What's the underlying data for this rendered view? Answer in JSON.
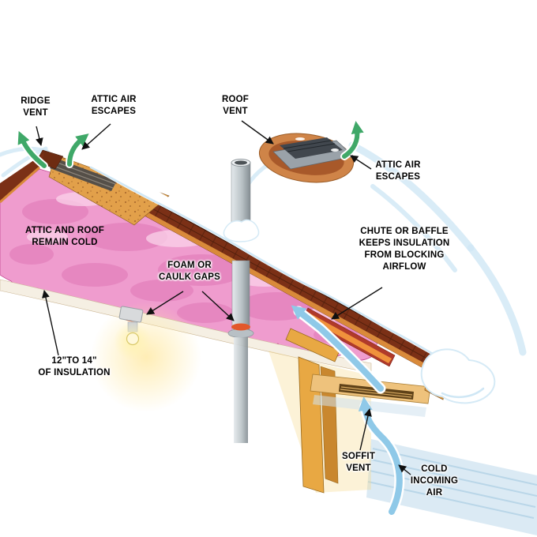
{
  "diagram": {
    "background": "#ffffff"
  },
  "labels": {
    "ridge_vent": "RIDGE\nVENT",
    "attic_air_escapes_left": "ATTIC AIR\nESCAPES",
    "roof_vent": "ROOF\nVENT",
    "attic_air_escapes_right": "ATTIC AIR\nESCAPES",
    "attic_and_roof_remain_cold": "ATTIC AND ROOF\nREMAIN COLD",
    "foam_or_caulk_gaps": "FOAM OR\nCAULK GAPS",
    "chute_or_baffle": "CHUTE OR BAFFLE\nKEEPS INSULATION\nFROM BLOCKING\nAIRFLOW",
    "insulation_depth": "12\"TO 14\"\nOF INSULATION",
    "soffit_vent": "SOFFIT\nVENT",
    "cold_incoming_air": "COLD\nINCOMING\nAIR"
  },
  "icons": {
    "air_escape_arrow": "curved-green-arrow-up",
    "cold_air_arrow": "curved-blue-arrow",
    "leader_arrow": "black-pointer-line"
  },
  "colors": {
    "label_text": "#000000",
    "leader": "#101010",
    "snow_shade": "#cfe7f5",
    "shingle_brown": "#7b3016",
    "sheathing_orange": "#e2a04a",
    "insulation_pink": "#ef9cce",
    "insulation_deep": "#d45ca4",
    "escape_arrow_green": "#3fa868",
    "cold_air_blue": "#8fc9e8",
    "wood_yellow": "#e8a843",
    "caulk_orange": "#e2572b",
    "vent_gray": "#41474e"
  }
}
